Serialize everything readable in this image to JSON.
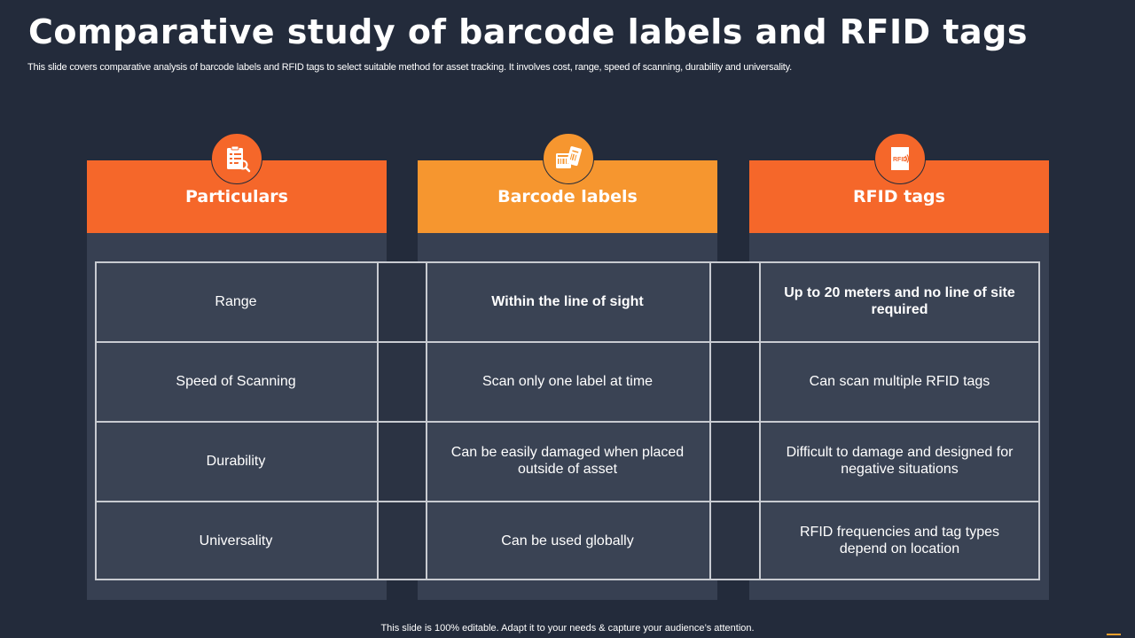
{
  "slide": {
    "title": "Comparative study of barcode labels and RFID tags",
    "subtitle": "This slide covers comparative analysis of barcode labels and RFID tags to select suitable method for asset tracking. It involves cost, range, speed  of scanning, durability and universality.",
    "footer": "This slide is 100% editable. Adapt it to your needs & capture your audience’s attention."
  },
  "colors": {
    "background": "#232b3b",
    "panel": "#374052",
    "header_orange": "#f5672a",
    "header_amber": "#f6962f",
    "accent": "#f6a02d"
  },
  "columns": [
    {
      "label": "Particulars",
      "icon": "clipboard-checklist-icon"
    },
    {
      "label": "Barcode labels",
      "icon": "barcode-label-icon"
    },
    {
      "label": "RFID tags",
      "icon": "rfid-tag-icon",
      "icon_text": "RFID"
    }
  ],
  "rows": [
    {
      "particular": "Range",
      "barcode": "Within the line of sight",
      "rfid": "Up to 20 meters and no line of site required",
      "bold": true
    },
    {
      "particular": "Speed of Scanning",
      "barcode": "Scan only one label at time",
      "rfid": "Can scan multiple RFID tags",
      "bold": false
    },
    {
      "particular": "Durability",
      "barcode": "Can be easily damaged when placed outside of asset",
      "rfid": "Difficult to damage and designed for negative situations",
      "bold": false
    },
    {
      "particular": "Universality",
      "barcode": "Can be used globally",
      "rfid": "RFID frequencies and tag types depend on location",
      "bold": false
    }
  ]
}
